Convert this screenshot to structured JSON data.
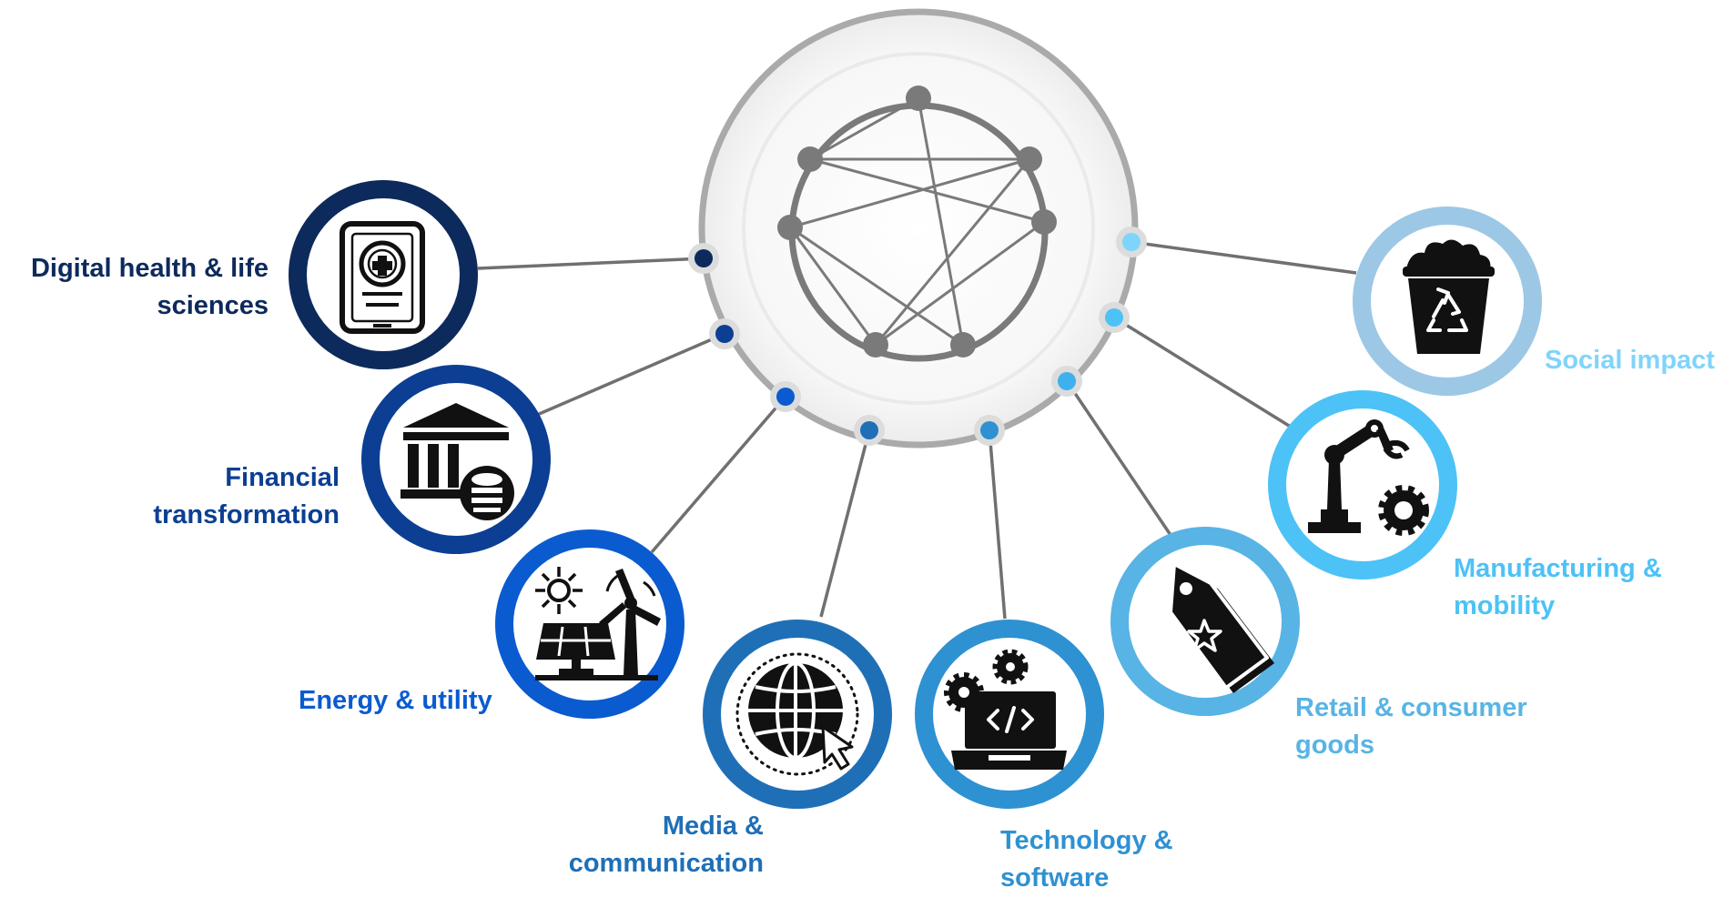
{
  "hub": {
    "name": "network-hub"
  },
  "sectors": [
    {
      "key": "health",
      "lines": [
        "Digital health & life",
        "sciences"
      ],
      "color": "#0d2a5c",
      "icon": "medical-tablet-icon"
    },
    {
      "key": "finance",
      "lines": [
        "Financial",
        "transformation"
      ],
      "color": "#0c3f93",
      "icon": "bank-database-icon"
    },
    {
      "key": "energy",
      "lines": [
        "Energy  & utility"
      ],
      "color": "#0a5bd0",
      "icon": "solar-wind-icon"
    },
    {
      "key": "media",
      "lines": [
        "Media &",
        "communication"
      ],
      "color": "#1f6fb7",
      "icon": "globe-cursor-icon"
    },
    {
      "key": "tech",
      "lines": [
        "Technology &",
        "software"
      ],
      "color": "#2e91d2",
      "icon": "laptop-code-gears-icon"
    },
    {
      "key": "retail",
      "lines": [
        "Retail & consumer",
        "goods"
      ],
      "color": "#58b4e4",
      "icon": "price-tag-icon"
    },
    {
      "key": "manufacturing",
      "lines": [
        "Manufacturing &",
        "mobility"
      ],
      "color": "#4dc2f6",
      "icon": "robot-arm-gear-icon"
    },
    {
      "key": "social",
      "lines": [
        "Social impact"
      ],
      "color": "#7fd4fb",
      "ring_color": "#9cc8e6",
      "icon": "recycle-bin-icon"
    }
  ]
}
